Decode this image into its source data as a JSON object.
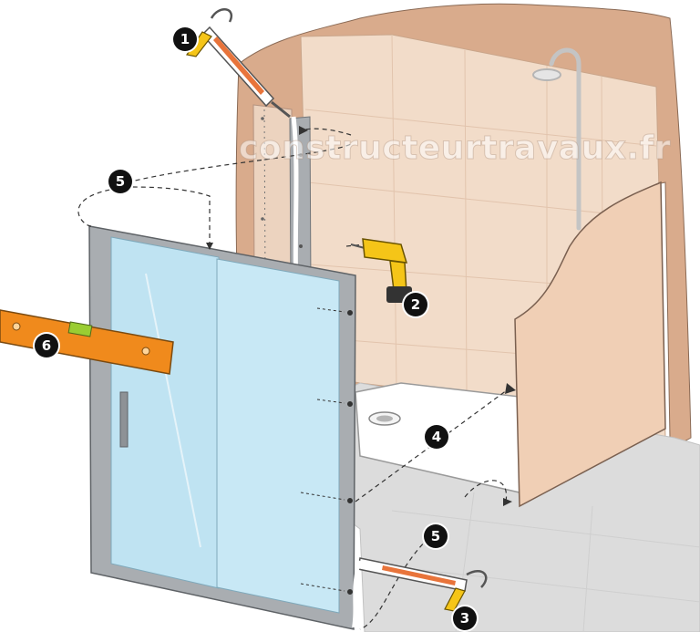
{
  "watermark": "constructeurtravaux.fr",
  "steps": [
    {
      "id": "s1",
      "label": "1"
    },
    {
      "id": "s2",
      "label": "2"
    },
    {
      "id": "s3",
      "label": "3"
    },
    {
      "id": "s4",
      "label": "4"
    },
    {
      "id": "s5a",
      "label": "5"
    },
    {
      "id": "s5b",
      "label": "5"
    },
    {
      "id": "s6",
      "label": "6"
    }
  ],
  "colors": {
    "wall_plaster": "#d9ab8c",
    "tile": "#f2dcc9",
    "tile_line": "#e6c8b2",
    "panel": "#f0cfb5",
    "glass": "#bfe3f2",
    "frame": "#a9adb1",
    "level": "#f08a1c",
    "level_vial": "#9acd32",
    "drill": "#f5c518",
    "caulk": "#e8743b",
    "floor": "#dcdcdc",
    "tray": "#ffffff",
    "badge": "#111111"
  },
  "icons": [
    "caulking-gun-icon",
    "drill-icon",
    "spirit-level-icon",
    "shower-head-icon",
    "drain-icon"
  ]
}
